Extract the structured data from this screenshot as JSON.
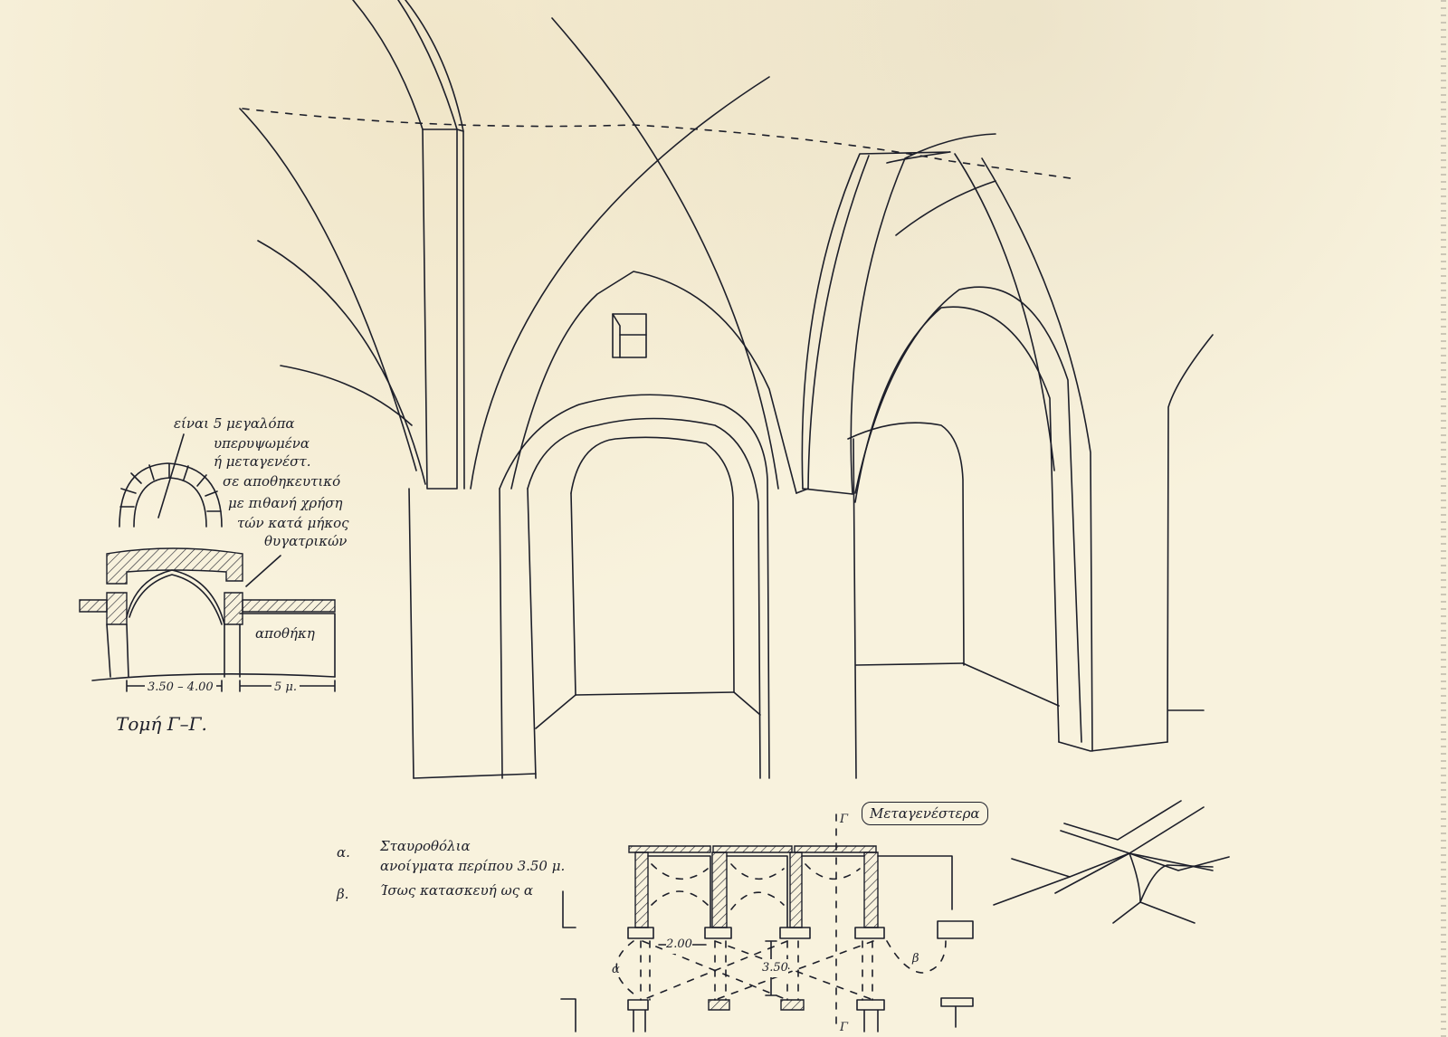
{
  "sheet": {
    "paper_color": "#f8f2dd",
    "ink_color": "#1d1f2a",
    "main_view": "Perspective interior of a cross-vaulted hall with pointed arches, piers and a small window"
  },
  "section_sketch": {
    "annotation_lines": [
      "είναι 5 μεγαλόπα",
      "υπερυψωμένα",
      "ή μεταγενέστ.",
      "σε αποθηκευτικό",
      "με πιθανή χρήση",
      "τών κατά μήκος",
      "θυγατρικών"
    ],
    "room_label": "αποθήκη",
    "dimension_left": "3.50 – 4.00",
    "dimension_right": "5 μ.",
    "title": "Τομή Γ–Γ."
  },
  "legend": {
    "item_a_marker": "α.",
    "item_a_line1": "Σταυροθόλια",
    "item_a_line2": "ανοίγματα περίπου 3.50 μ.",
    "item_b_marker": "β.",
    "item_b_line1": "Ίσως κατασκευή ως α"
  },
  "plan": {
    "boxed_label": "Μεταγενέστερα",
    "dim_span": "2.00",
    "dim_depth": "3.50",
    "vault_a": "α",
    "vault_b": "β",
    "section_mark_top": "Γ",
    "section_mark_bottom": "Γ"
  }
}
